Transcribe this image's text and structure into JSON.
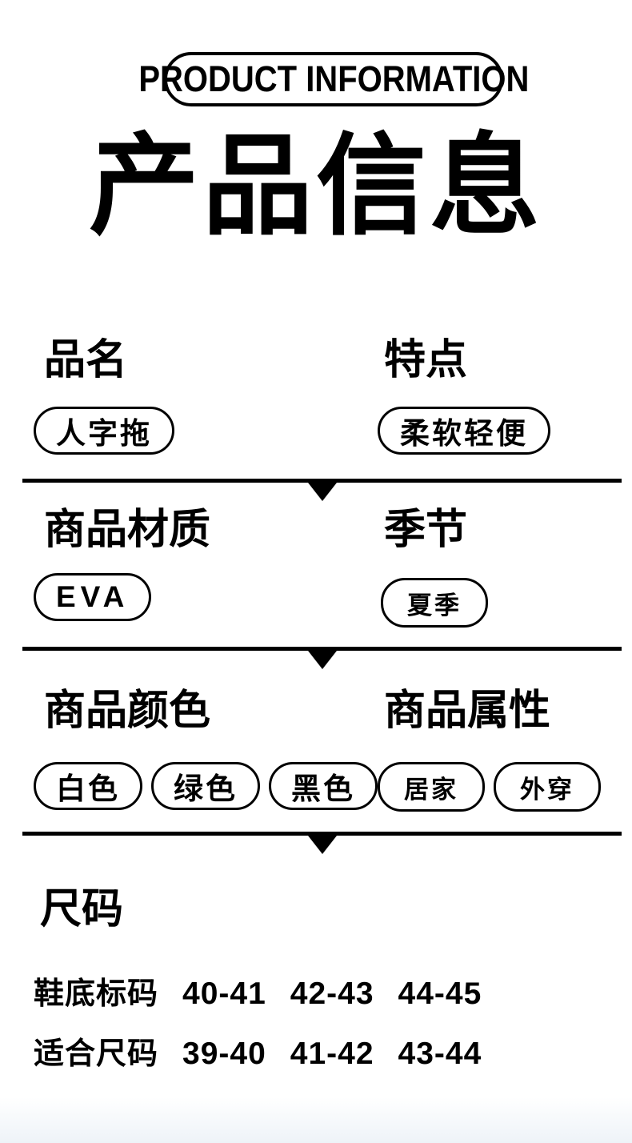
{
  "colors": {
    "ink": "#000000",
    "background": "#ffffff",
    "bottom_tint": "#eef3f8"
  },
  "badge": {
    "label": "PRODUCT INFORMATION"
  },
  "title": {
    "text": "产品信息"
  },
  "sections": {
    "name": {
      "heading": "品名",
      "value": "人字拖"
    },
    "feature": {
      "heading": "特点",
      "value": "柔软轻便"
    },
    "material": {
      "heading": "商品材质",
      "value": "EVA"
    },
    "season": {
      "heading": "季节",
      "value": "夏季"
    },
    "colors": {
      "heading": "商品颜色",
      "values": [
        "白色",
        "绿色",
        "黑色"
      ]
    },
    "attributes": {
      "heading": "商品属性",
      "values": [
        "居家",
        "外穿"
      ]
    },
    "size": {
      "heading": "尺码",
      "rows": [
        {
          "label": "鞋底标码",
          "values": [
            "40-41",
            "42-43",
            "44-45"
          ]
        },
        {
          "label": "适合尺码",
          "values": [
            "39-40",
            "41-42",
            "43-44"
          ]
        }
      ]
    }
  }
}
